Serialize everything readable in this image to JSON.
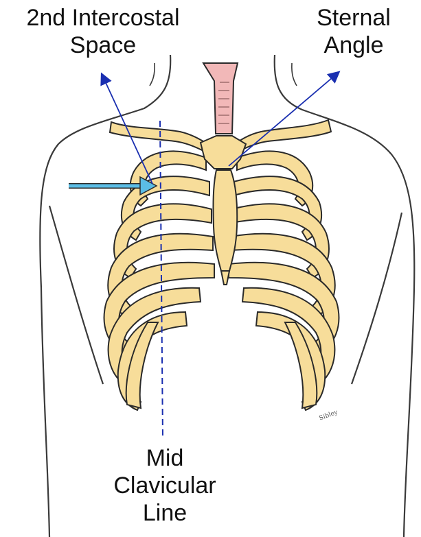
{
  "labels": {
    "intercostal": {
      "line1": "2nd Intercostal",
      "line2": "Space"
    },
    "sternal_angle": {
      "line1": "Sternal",
      "line2": "Angle"
    },
    "mid_clavicular": {
      "line1": "Mid",
      "line2": "Clavicular",
      "line3": "Line"
    }
  },
  "signature_text": "Sibley",
  "colors": {
    "bone": "#f7dd9a",
    "bone_outline": "#2a2a2a",
    "trachea": "#f2b8b8",
    "arrow_blue": "#1a2fb0",
    "pointer_arrow": "#5bbde6",
    "text": "#111111"
  }
}
